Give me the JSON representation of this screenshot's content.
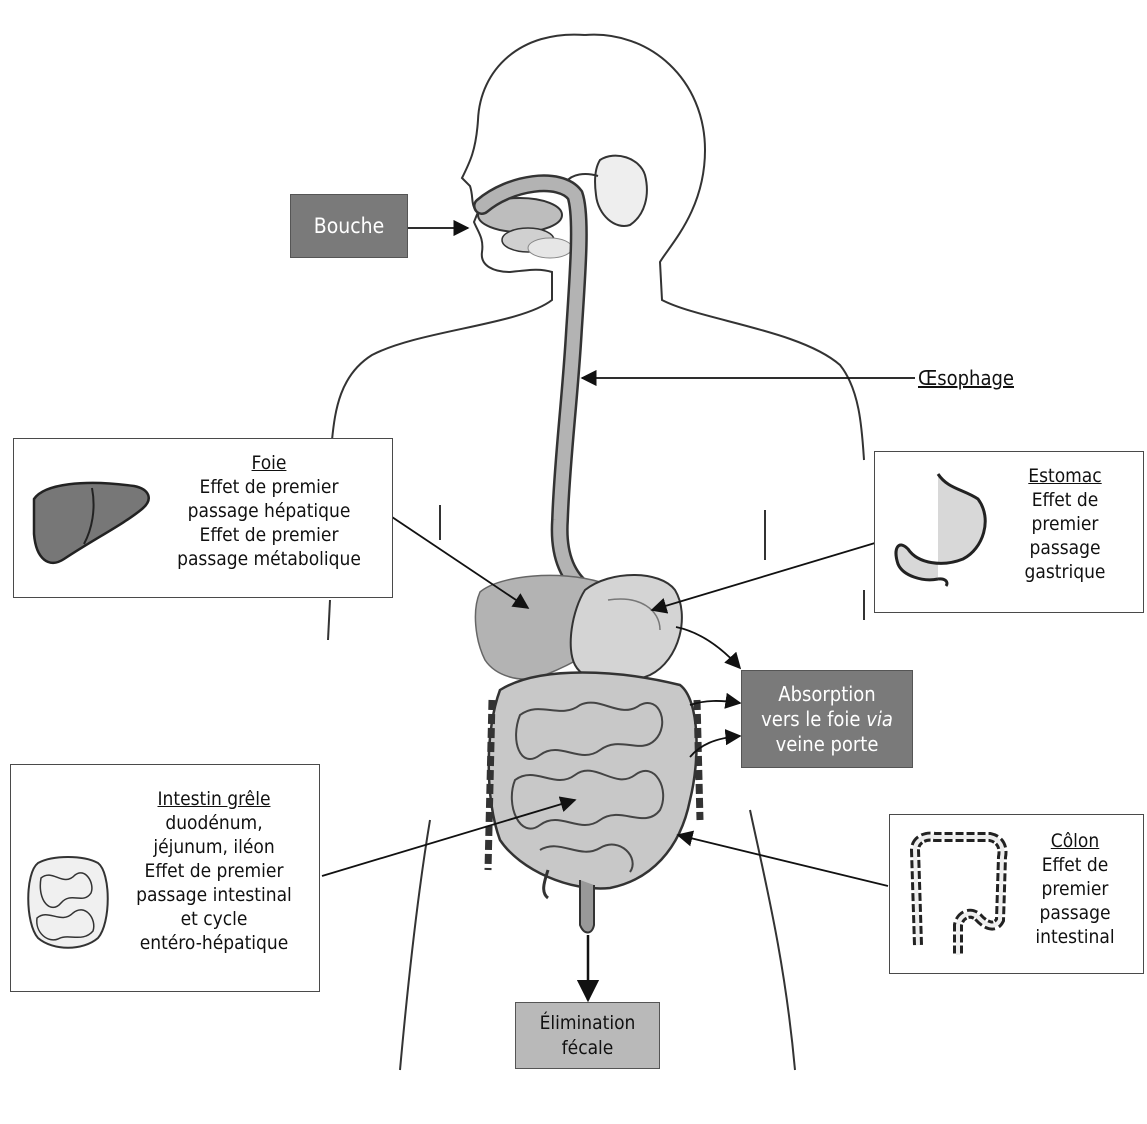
{
  "labels": {
    "bouche": "Bouche",
    "oesophage": "Œsophage",
    "absorption": [
      "Absorption",
      "vers le foie ",
      "via",
      "veine porte"
    ],
    "elimination": [
      "Élimination",
      "fécale"
    ]
  },
  "boxes": {
    "foie": {
      "title": "Foie",
      "lines": [
        "Effet de premier",
        "passage hépatique",
        "Effet de premier",
        "passage métabolique"
      ]
    },
    "estomac": {
      "title": "Estomac",
      "lines": [
        "Effet de",
        "premier",
        "passage",
        "gastrique"
      ]
    },
    "intestin": {
      "title": "Intestin grêle",
      "lines": [
        "duodénum,",
        "jéjunum, iléon",
        "Effet de premier",
        "passage intestinal",
        "et cycle",
        "entéro-hépatique"
      ]
    },
    "colon": {
      "title": "Côlon",
      "lines": [
        "Effet de",
        "premier",
        "passage",
        "intestinal"
      ]
    }
  },
  "colors": {
    "dark_box": "#7a7a7a",
    "light_box": "#b9b9b9",
    "organ_fill": "#b3b3b3",
    "outline": "#333333"
  }
}
